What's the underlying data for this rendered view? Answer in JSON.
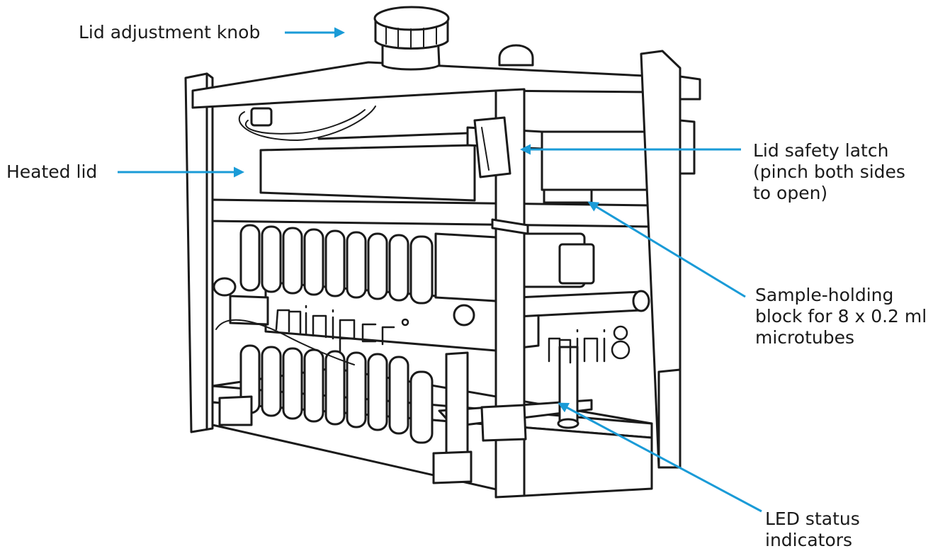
{
  "colors": {
    "callout": "#1a9bd7",
    "line": "#1a1a1a",
    "background": "#ffffff"
  },
  "labels": {
    "knob": "Lid adjustment knob",
    "heated_lid": "Heated lid",
    "latch": [
      "Lid safety latch",
      "(pinch both sides",
      "to open)"
    ],
    "block": [
      "Sample-holding",
      "block for 8 x 0.2 ml",
      "microtubes"
    ],
    "led": [
      "LED status",
      "indicators"
    ]
  }
}
